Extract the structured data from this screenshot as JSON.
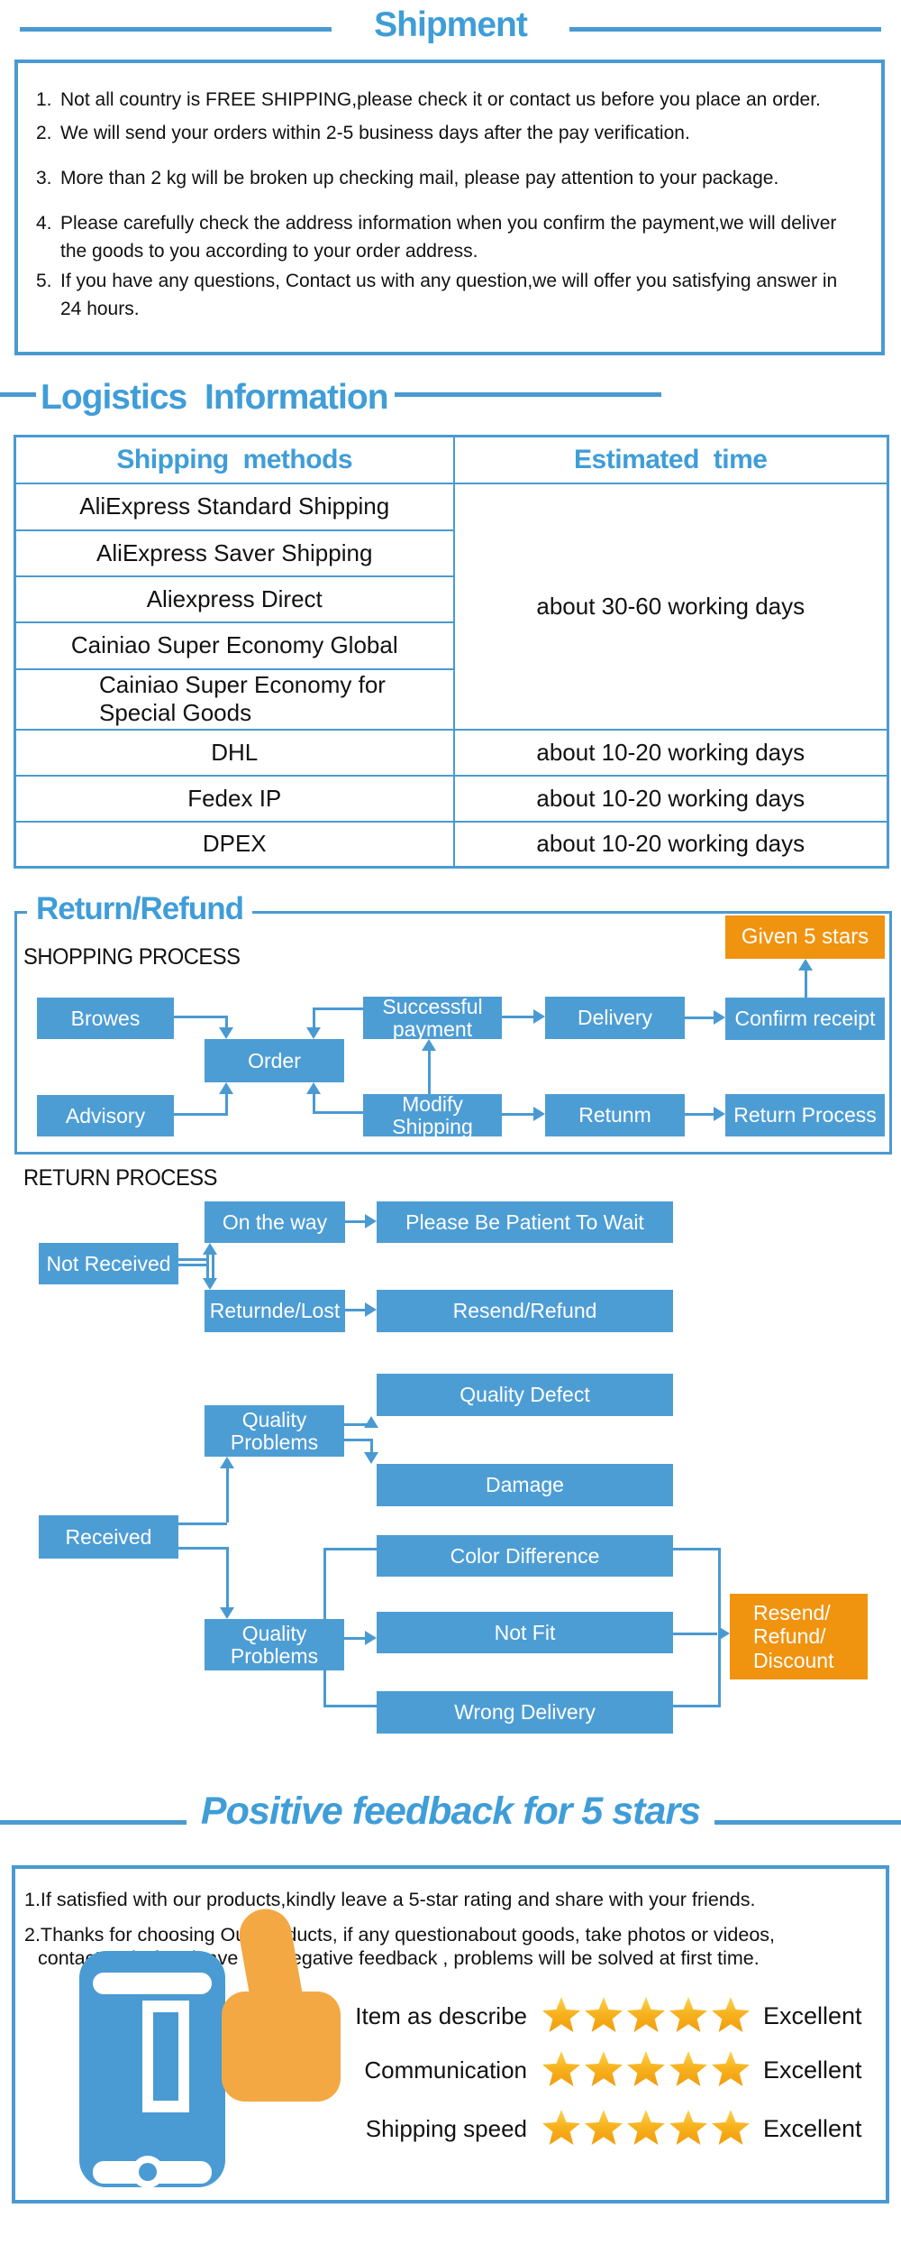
{
  "shipment": {
    "title": "Shipment",
    "items": [
      {
        "num": "1.",
        "text": "Not all country is FREE SHIPPING,please check it or contact us before you place an order."
      },
      {
        "num": "2.",
        "text": "We will send your orders within 2-5 business days after the pay verification."
      },
      {
        "num": "3.",
        "text": "More than 2 kg will be broken up checking mail, please pay attention to your package."
      },
      {
        "num": "4.",
        "text": "Please carefully check the address information when you confirm the payment,we will deliver the goods to you according to your order address."
      },
      {
        "num": "5.",
        "text": "If you have any questions, Contact us with any question,we will offer you satisfying answer in 24 hours."
      }
    ]
  },
  "logistics": {
    "title": "Logistics Information",
    "headers": [
      "Shipping methods",
      "Estimated time"
    ],
    "standard_group": {
      "methods": [
        "AliExpress Standard Shipping",
        "AliExpress Saver Shipping",
        "Aliexpress Direct",
        "Cainiao Super Economy Global",
        "Cainiao Super Economy for Special Goods"
      ],
      "time": "about 30-60 working days"
    },
    "express_rows": [
      {
        "method": "DHL",
        "time": "about 10-20 working days"
      },
      {
        "method": "Fedex IP",
        "time": "about 10-20 working days"
      },
      {
        "method": "DPEX",
        "time": "about 10-20 working days"
      }
    ]
  },
  "return_refund": {
    "title": "Return/Refund",
    "shopping_process_label": "SHOPPING PROCESS",
    "return_process_label": "RETURN PROCESS",
    "shopping_nodes": {
      "browes": "Browes",
      "advisory": "Advisory",
      "order": "Order",
      "successful_payment": "Successful payment",
      "modify_shipping": "Modify Shipping",
      "delivery": "Delivery",
      "retunm": "Retunm",
      "confirm_receipt": "Confirm receipt",
      "return_process": "Return Process",
      "given_5_stars": "Given 5 stars"
    },
    "not_received_nodes": {
      "not_received": "Not Received",
      "on_the_way": "On the way",
      "returnde_lost": "Returnde/Lost",
      "please_wait": "Please Be Patient To Wait",
      "resend_refund": "Resend/Refund"
    },
    "received_nodes": {
      "received": "Received",
      "quality_problems_top": "Quality Problems",
      "quality_problems_bottom": "Quality Problems",
      "quality_defect": "Quality Defect",
      "damage": "Damage",
      "color_difference": "Color Difference",
      "not_fit": "Not Fit",
      "wrong_delivery": "Wrong Delivery",
      "resend_refund_discount": "Resend/ Refund/ Discount"
    }
  },
  "feedback": {
    "title": "Positive feedback for 5 stars",
    "line1": "1.If satisfied with our products,kindly leave a 5-star rating and share with your friends.",
    "line2a": "2.Thanks for choosing Our products, if any questionabout goods, take photos or videos,",
    "line2b": "contact us before leave any negative feedback , problems will be solved at first time.",
    "ratings": [
      {
        "label": "Item as describe",
        "stars": 5,
        "value": "Excellent"
      },
      {
        "label": "Communication",
        "stars": 5,
        "value": "Excellent"
      },
      {
        "label": "Shipping speed",
        "stars": 5,
        "value": "Excellent"
      }
    ]
  },
  "colors": {
    "accent_blue": "#3f9dd8",
    "line_blue": "#4a9ad2",
    "node_blue": "#4d9dd5",
    "accent_orange": "#f0930f",
    "hand_orange": "#f3a843",
    "star_orange": "#f6a714",
    "text_black": "#111111"
  }
}
